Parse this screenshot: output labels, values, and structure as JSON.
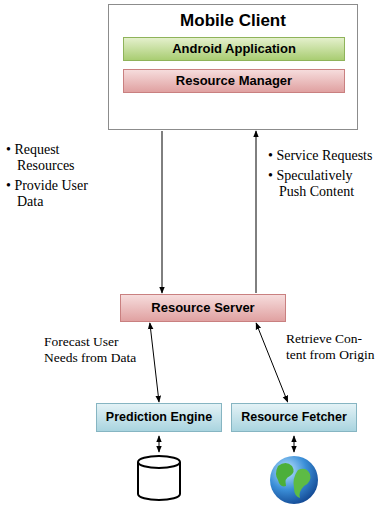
{
  "diagram": {
    "nodes": [
      {
        "text": [
          "Mobile Client"
        ]
      },
      {
        "text": [
          "Android Application"
        ],
        "in": 0
      },
      {
        "text": [
          "Resource Manager"
        ],
        "in": 0
      },
      {
        "text": [
          "Resource Server"
        ]
      },
      {
        "text": [
          "Prediction Engine"
        ]
      },
      {
        "text": [
          "Resource Fetcher"
        ]
      }
    ],
    "edges": [
      {
        "from": 0,
        "to": 3,
        "arrow": "to"
      },
      {
        "from": 3,
        "to": 0,
        "arrow": "to"
      },
      {
        "from": 3,
        "to": 4,
        "label": "Forecast User Needs from Data",
        "arrow": "both"
      },
      {
        "from": 3,
        "to": 5,
        "label": "Retrieve Con- tent from Origin",
        "arrow": "both"
      }
    ],
    "labels": [
      "• Request Resources",
      "• Provide User Data",
      "• Service Requests",
      "• Speculatively Push Content"
    ]
  }
}
